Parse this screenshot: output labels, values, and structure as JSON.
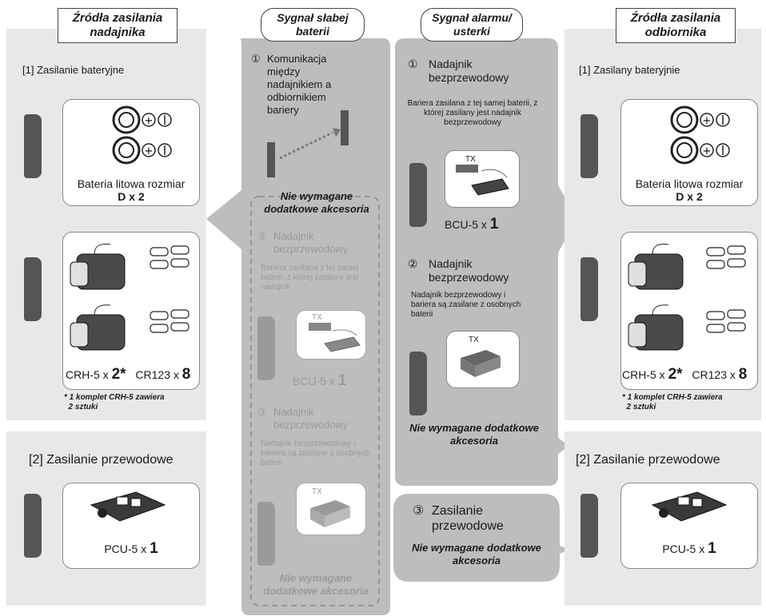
{
  "left": {
    "title": "Źródła zasilania nadajnika",
    "battery_header": "[1] Zasilanie bateryjne",
    "lithium_label": "Bateria litowa rozmiar",
    "lithium_qty": "D x 2",
    "crh_label": "CRH-5 x",
    "crh_qty": "2*",
    "cr_label": "CR123 x",
    "cr_qty": "8",
    "footnote": "* 1 komplet CRH-5 zawiera\n  2 sztuki",
    "wired_header": "[2] Zasilanie przewodowe",
    "pcu_label": "PCU-5 x",
    "pcu_qty": "1"
  },
  "low_battery": {
    "title": "Sygnał słabej baterii",
    "opt1_num": "①",
    "opt1_text": "Komunikacja między nadajnikiem a odbiornikiem bariery",
    "opt1_note": "Nie wymagane dodatkowe akcesoria",
    "opt2_num": "②",
    "opt2_text": "Nadajnik bezprzewodowy",
    "opt2_desc": "Bariera zasilana z tej samej baterii, z której zasilany jest nadajnik",
    "opt2_tx": "TX",
    "opt2_label": "BCU-5 x",
    "opt2_qty": "1",
    "opt3_num": "③",
    "opt3_text": "Nadajnik bezprzewodowy",
    "opt3_desc": "Nadajnik bezprzewodowy i bariera są zasilane z osobnych baterii",
    "opt3_tx": "TX",
    "opt3_note": "Nie wymagane dodatkowe akcesoria"
  },
  "alarm": {
    "title": "Sygnał alarmu/ usterki",
    "opt1_num": "①",
    "opt1_text": "Nadajnik bezprzewodowy",
    "opt1_desc": "Bariera zasilana z tej samej baterii, z której zasilany jest nadajnik bezprzewodowy",
    "opt1_tx": "TX",
    "opt1_label": "BCU-5 x",
    "opt1_qty": "1",
    "opt2_num": "②",
    "opt2_text": "Nadajnik bezprzewodowy",
    "opt2_desc": "Nadajnik bezprzewodowy i bariera są zasilane z osobnych baterii",
    "opt2_tx": "TX",
    "opt2_note": "Nie wymagane dodatkowe akcesoria",
    "opt3_num": "③",
    "opt3_text": "Zasilanie przewodowe",
    "opt3_note": "Nie wymagane dodatkowe akcesoria"
  },
  "right": {
    "title": "Źródła zasilania odbiornika",
    "battery_header": "[1] Zasilany bateryjnie",
    "lithium_label": "Bateria litowa rozmiar",
    "lithium_qty": "D x 2",
    "crh_label": "CRH-5 x",
    "crh_qty": "2*",
    "cr_label": "CR123 x",
    "cr_qty": "8",
    "footnote": "* 1 komplet CRH-5 zawiera\n  2 sztuki",
    "wired_header": "[2] Zasilanie przewodowe",
    "pcu_label": "PCU-5 x",
    "pcu_qty": "1"
  },
  "colors": {
    "panel": "#e8e8e8",
    "column": "#b9b9b9",
    "border": "#444444",
    "device": "#555555"
  }
}
